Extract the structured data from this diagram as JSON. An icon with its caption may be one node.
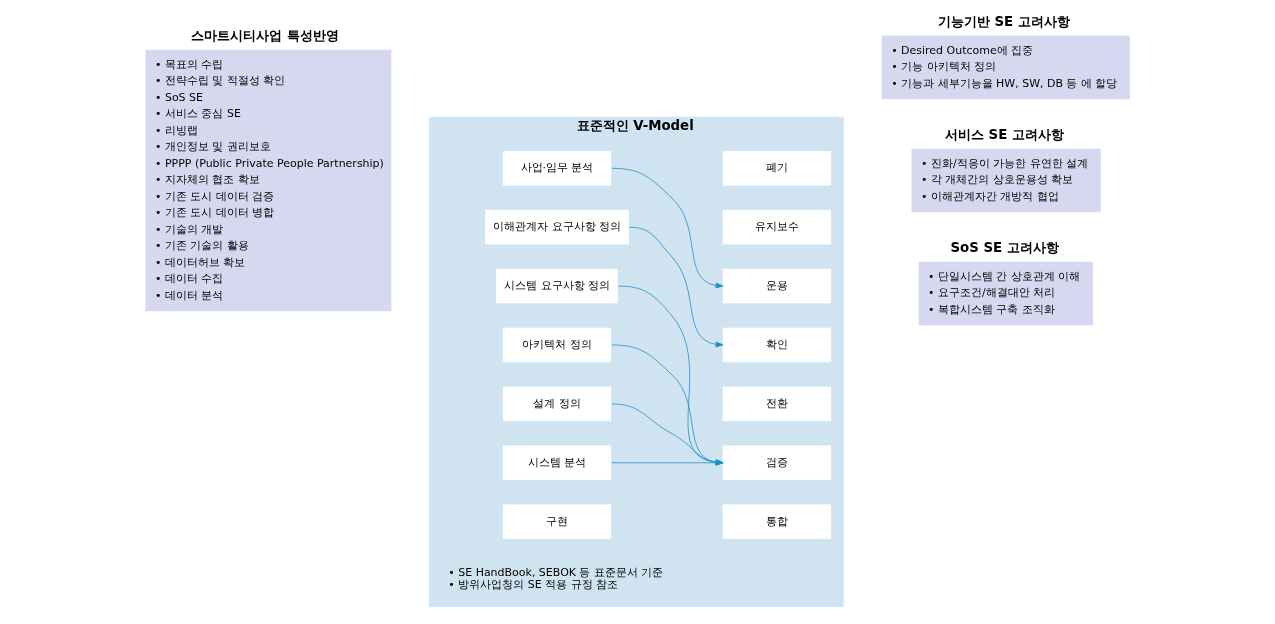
{
  "diagram": {
    "nodes": [
      {
        "text": [
          "스마트시티사업 특성반영",
          "• 목표의 수립",
          "• 전략수립 및 적절성 확인",
          "• SoS SE",
          "• 서비스 중심 SE",
          "• 리빙랩",
          "• 개인정보 및 권리보호",
          "• PPPP (Public Private People Partnership)",
          "• 지자체의 협조 확보",
          "• 기존 도시 데이터 검증",
          "• 기존 도시 데이터 병합",
          "• 기술의 개발",
          "• 기존 기술의 활용",
          "• 데이터허브 확보",
          "• 데이터 수집",
          "• 데이터 분석"
        ]
      },
      {
        "text": [
          "표준적인 V-Model",
          "• SE HandBook, SEBOK 등 표준문서 기준",
          "• 방위사업청의 SE 적용 규정 참조"
        ]
      },
      {
        "text": [
          "사업·임무 분석"
        ],
        "in": 1
      },
      {
        "text": [
          "이해관계자 요구사항 정의"
        ],
        "in": 1
      },
      {
        "text": [
          "시스템 요구사항 정의"
        ],
        "in": 1
      },
      {
        "text": [
          "아키텍처 정의"
        ],
        "in": 1
      },
      {
        "text": [
          "설계 정의"
        ],
        "in": 1
      },
      {
        "text": [
          "시스템 분석"
        ],
        "in": 1
      },
      {
        "text": [
          "구현"
        ],
        "in": 1
      },
      {
        "text": [
          "폐기"
        ],
        "in": 1
      },
      {
        "text": [
          "유지보수"
        ],
        "in": 1
      },
      {
        "text": [
          "운용"
        ],
        "in": 1
      },
      {
        "text": [
          "확인"
        ],
        "in": 1
      },
      {
        "text": [
          "전환"
        ],
        "in": 1
      },
      {
        "text": [
          "검증"
        ],
        "in": 1
      },
      {
        "text": [
          "통합"
        ],
        "in": 1
      },
      {
        "text": [
          "기능기반 SE 고려사항",
          "• Desired Outcome에 집중",
          "• 기능 아키텍처 정의",
          "• 기능과 세부기능을 HW, SW, DB 등 에 할당"
        ]
      },
      {
        "text": [
          "서비스 SE 고려사항",
          "• 진화/적응이 가능한 유연한 설계",
          "• 각 개체간의 상호운용성 확보",
          "• 이해관계자간 개방적 협업"
        ]
      },
      {
        "text": [
          "SoS SE 고려사항",
          "• 단일시스템 간 상호관계 이해",
          "• 요구조건/해결대안 처리",
          "• 복합시스템 구축 조직화"
        ]
      }
    ],
    "edges": [
      {
        "from": 2,
        "to": 11,
        "arrow": "to"
      },
      {
        "from": 3,
        "to": 12,
        "arrow": "to"
      },
      {
        "from": 4,
        "to": 14,
        "arrow": "to"
      },
      {
        "from": 5,
        "to": 14,
        "arrow": "to"
      },
      {
        "from": 6,
        "to": 14,
        "arrow": "to"
      },
      {
        "from": 7,
        "to": 14,
        "arrow": "to"
      }
    ]
  }
}
